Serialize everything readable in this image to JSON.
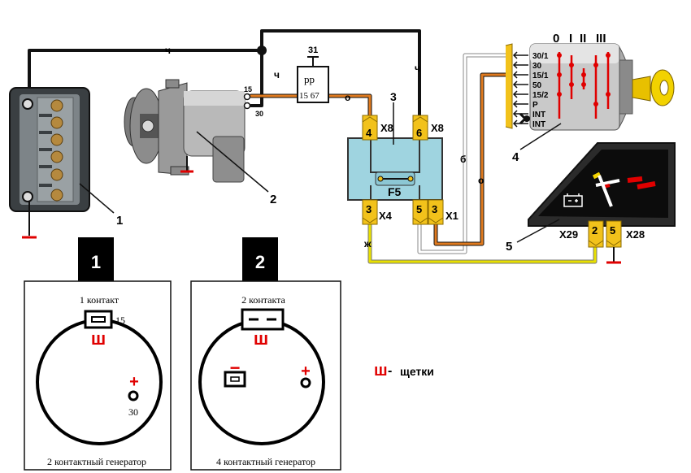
{
  "colors": {
    "wire_black": "#111111",
    "wire_orange": "#e07a1e",
    "wire_yellow": "#e8e000",
    "wire_white": "#ffffff",
    "connector": "#f2c21b",
    "fuse_box": "#9fd4e0",
    "red_mark": "#e00000"
  },
  "wires": {
    "black_top": "ч",
    "black_short": "ч",
    "black_right": "ч",
    "orange": "о",
    "white": "б",
    "orange_right": "о",
    "yellow": "ж"
  },
  "relay": {
    "label": "рр",
    "ground": "31",
    "terminals": "15 67"
  },
  "generator": {
    "terminal_15": "15",
    "terminal_30": "30"
  },
  "fuse_block": {
    "number": "3",
    "fuse": "F5",
    "conn_top_left": {
      "pin": "4",
      "name": "X8"
    },
    "conn_top_right": {
      "pin": "6",
      "name": "X8"
    },
    "conn_bottom_left": {
      "pin": "3",
      "name": "X4"
    },
    "conn_bottom_right_a": "5",
    "conn_bottom_right_b": "3",
    "conn_bottom_right_name": "X1"
  },
  "ignition": {
    "number": "4",
    "positions": [
      "0",
      "I",
      "II",
      "III"
    ],
    "terminals": [
      "30/1",
      "30",
      "15/1",
      "50",
      "15/2",
      "P",
      "INT",
      "INT"
    ]
  },
  "cluster": {
    "number": "5",
    "conn_a": {
      "pin": "2",
      "name": "X29"
    },
    "conn_b": {
      "pin": "5",
      "name": "X28"
    }
  },
  "callouts": {
    "battery_mount": "1",
    "generator": "2"
  },
  "panels": [
    {
      "badge": "1",
      "contacts": "1 контакт",
      "terminal_top": "15",
      "brush_symbol": "ш",
      "plus": "+",
      "terminal_bottom": "30",
      "caption": "2 контактный генератор"
    },
    {
      "badge": "2",
      "contacts": "2 контакта",
      "brush_symbol": "ш",
      "minus": "−",
      "plus": "+",
      "caption": "4 контактный генератор"
    }
  ],
  "legend": {
    "symbol": "ш",
    "dash": "-",
    "text": "щетки"
  }
}
